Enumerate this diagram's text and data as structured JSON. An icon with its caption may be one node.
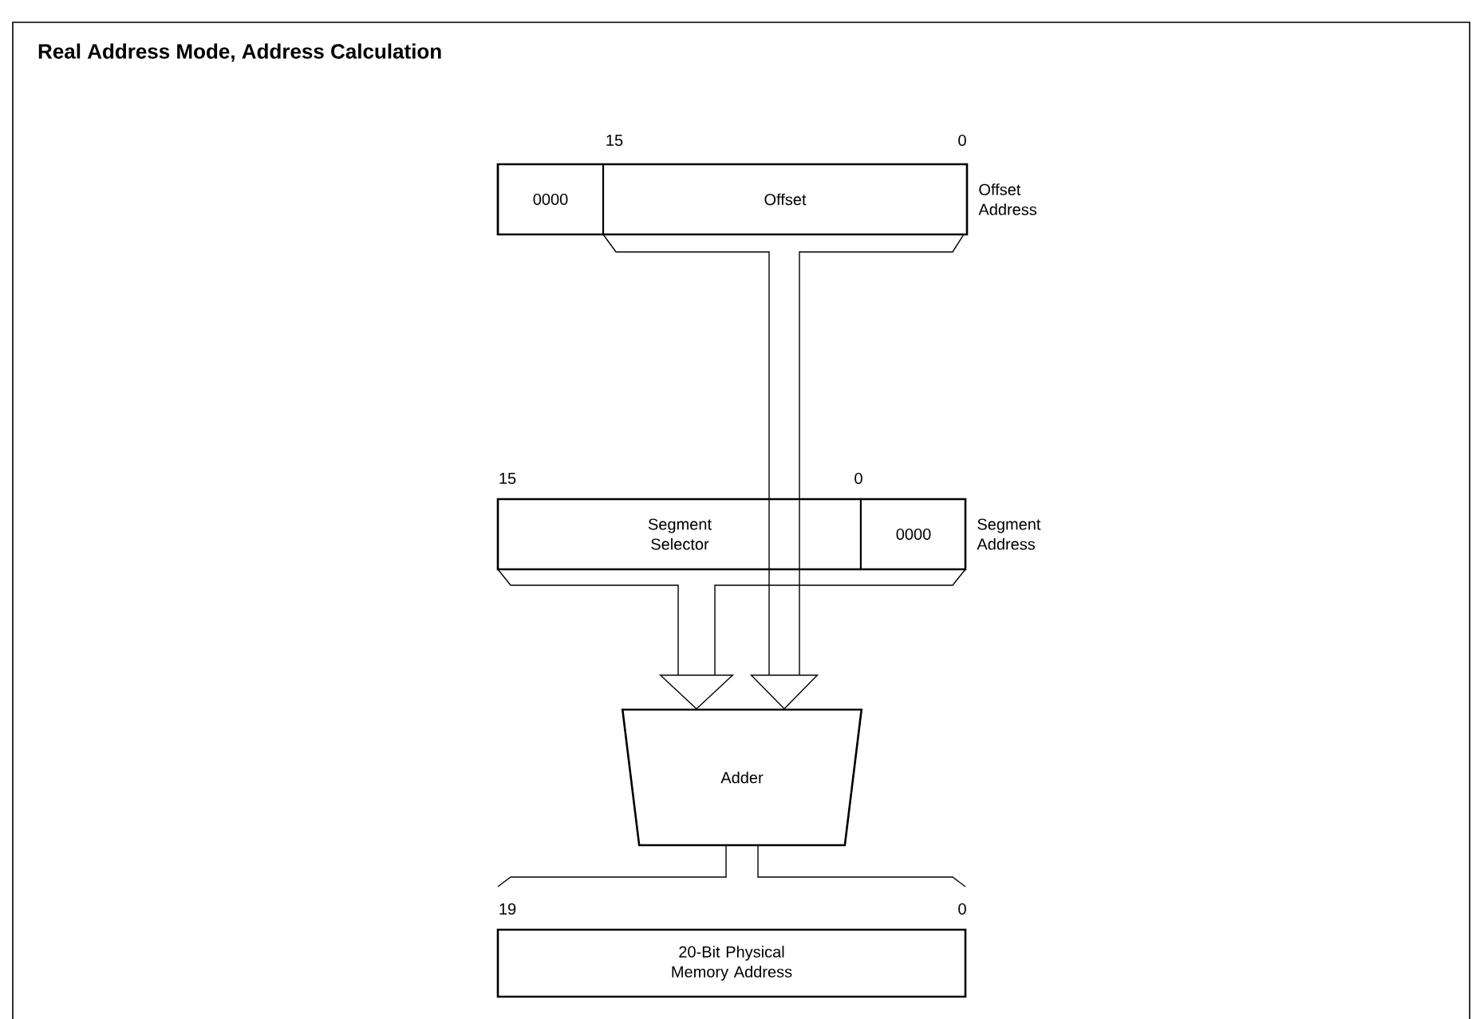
{
  "diagram": {
    "title": "Real Address Mode, Address Calculation",
    "nodes": [
      {
        "text": [
          "Offset Address"
        ]
      },
      {
        "text": [
          "0000"
        ],
        "in": 0
      },
      {
        "text": [
          "Offset"
        ],
        "in": 0
      },
      {
        "text": [
          "Segment Address"
        ]
      },
      {
        "text": [
          "Segment Selector"
        ],
        "in": 3
      },
      {
        "text": [
          "0000"
        ],
        "in": 3
      },
      {
        "text": [
          "Adder"
        ]
      },
      {
        "text": [
          "20-Bit Physical Memory Address"
        ]
      }
    ],
    "edges": [
      {
        "from": 0,
        "to": 6,
        "arrow": "to"
      },
      {
        "from": 3,
        "to": 6,
        "arrow": "to"
      },
      {
        "from": 6,
        "to": 7,
        "arrow": "none"
      }
    ],
    "labels": [
      "15",
      "0",
      "15",
      "0",
      "19",
      "0"
    ]
  }
}
